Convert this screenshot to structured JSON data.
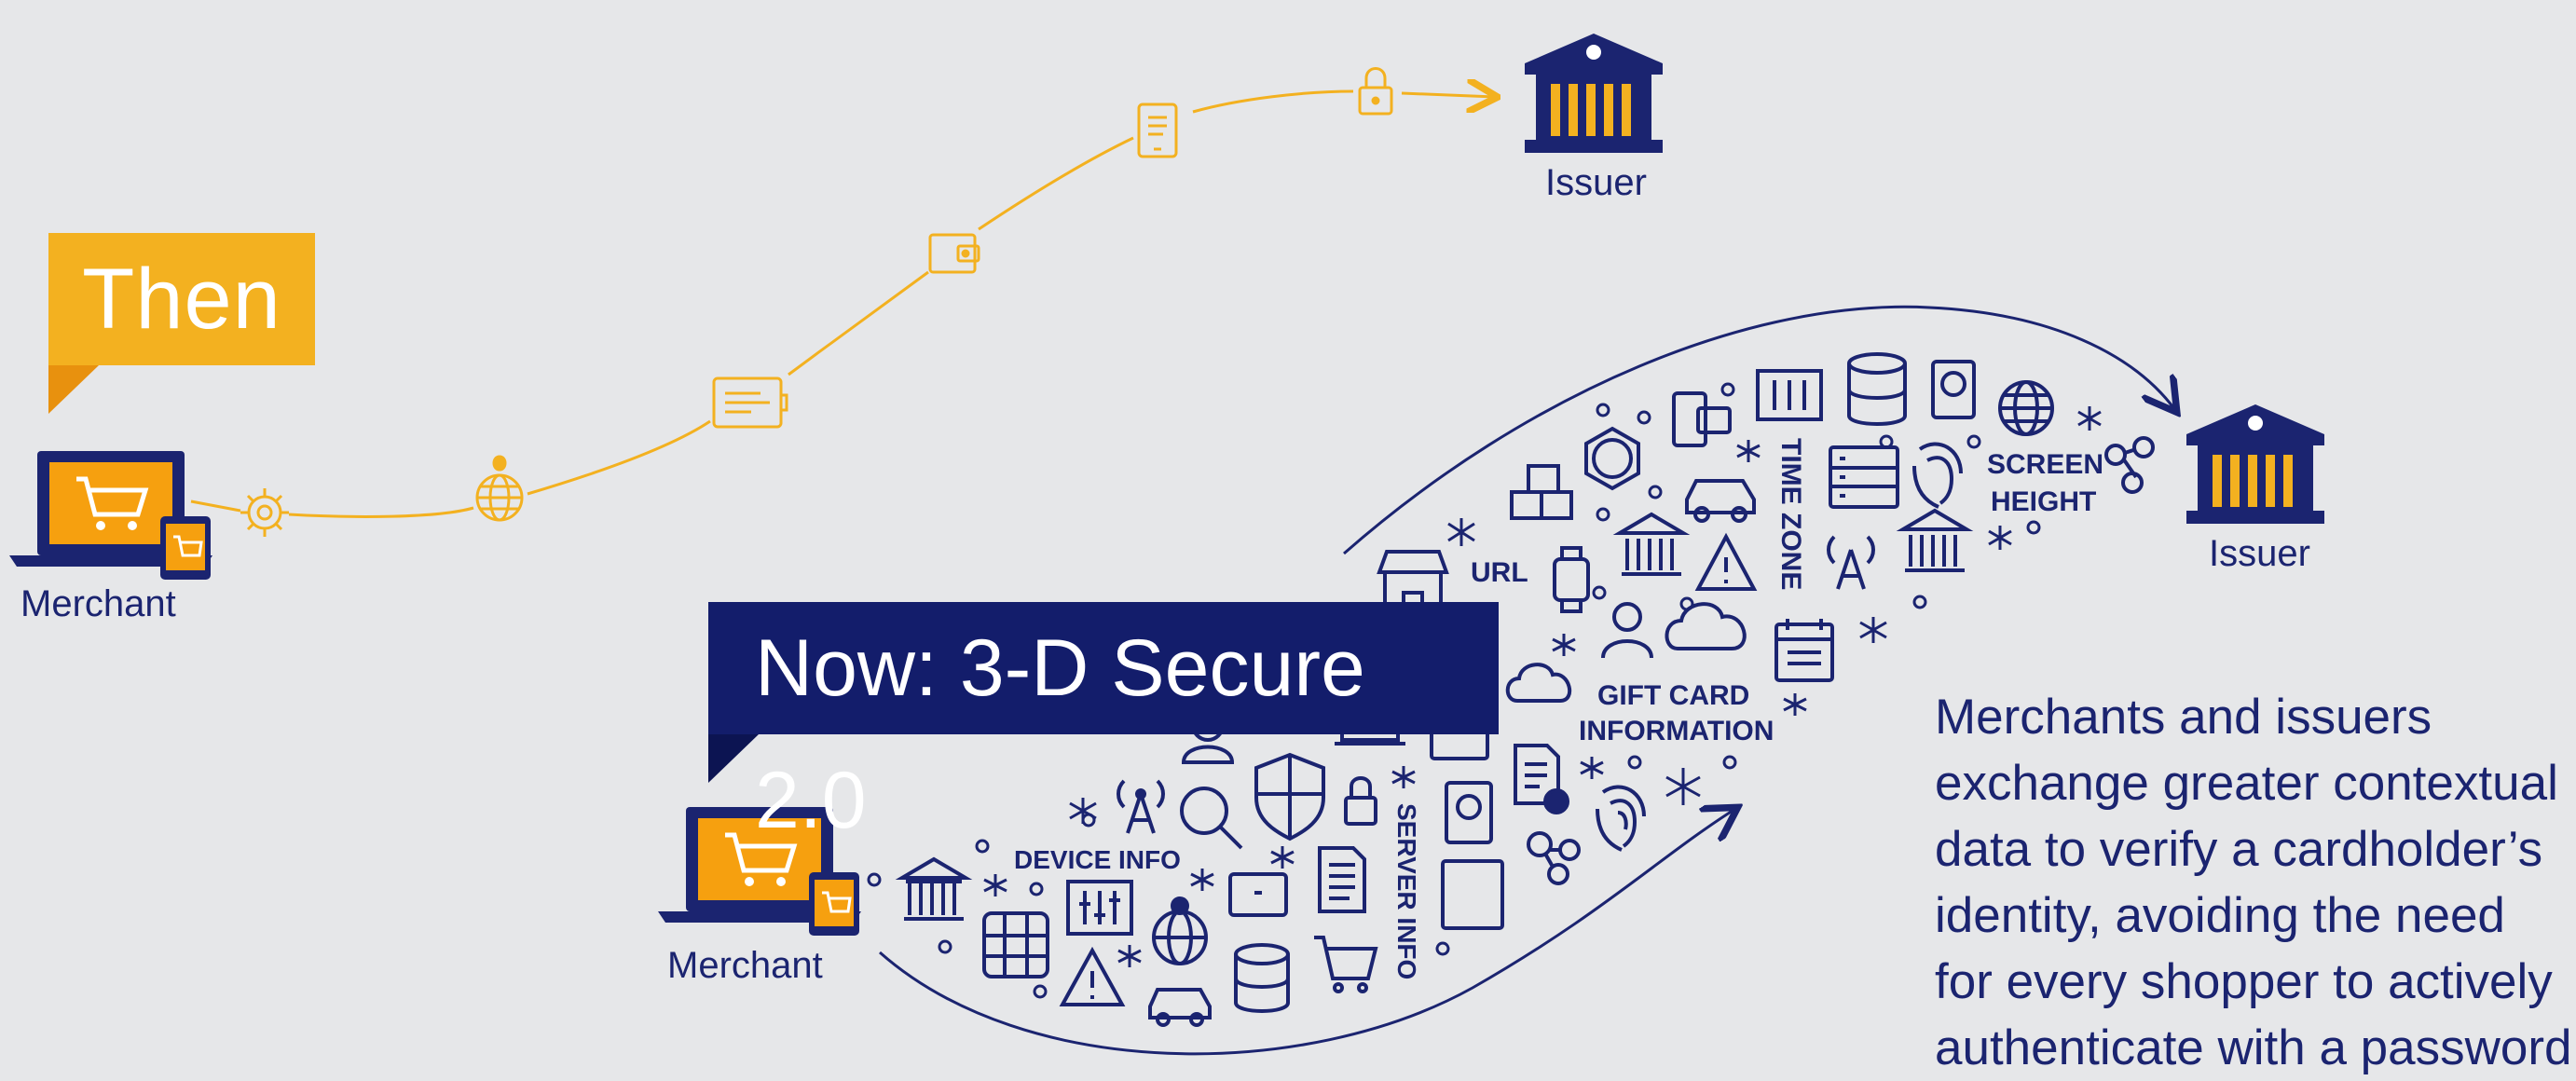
{
  "then": {
    "tag": "Then",
    "merchant_label": "Merchant",
    "issuer_label": "Issuer"
  },
  "now": {
    "tag": "Now: 3-D Secure 2.0",
    "merchant_label": "Merchant",
    "issuer_label": "Issuer",
    "data_labels": {
      "device_info": "DEVICE INFO",
      "server_info": "SERVER INFO",
      "url": "URL",
      "gift_card_1": "GIFT CARD",
      "gift_card_2": "INFORMATION",
      "time_zone": "TIME ZONE",
      "screen_1": "SCREEN",
      "screen_2": "HEIGHT"
    }
  },
  "description": {
    "lines": [
      "Merchants and issuers",
      "exchange greater contextual",
      "data to verify a cardholder’s",
      "identity, avoiding the need",
      "for every shopper to actively",
      "authenticate with a password."
    ]
  },
  "colors": {
    "background": "#e6e7e9",
    "navy": "#1b2470",
    "navy_dark": "#131d6b",
    "yellow": "#f3b120",
    "orange": "#f59c14"
  }
}
